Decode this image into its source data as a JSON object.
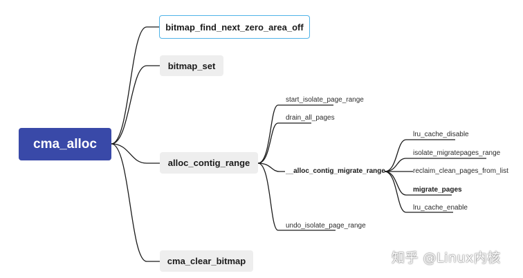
{
  "root": {
    "label": "cma_alloc"
  },
  "children": [
    {
      "label": "bitmap_find_next_zero_area_off",
      "selected": true
    },
    {
      "label": "bitmap_set"
    },
    {
      "label": "alloc_contig_range",
      "children": [
        {
          "label": "start_isolate_page_range"
        },
        {
          "label": "drain_all_pages"
        },
        {
          "label": "__alloc_contig_migrate_range",
          "bold": true,
          "children": [
            {
              "label": "lru_cache_disable"
            },
            {
              "label": "isolate_migratepages_range"
            },
            {
              "label": "reclaim_clean_pages_from_list"
            },
            {
              "label": "migrate_pages",
              "bold": true
            },
            {
              "label": "lru_cache_enable"
            }
          ]
        },
        {
          "label": "undo_isolate_page_range"
        }
      ]
    },
    {
      "label": "cma_clear_bitmap"
    }
  ],
  "watermark": "知乎 @Linux内核",
  "colors": {
    "root_fill": "#3949a8",
    "node_fill": "#eeeeee",
    "selected_border": "#4fb3e8",
    "edge": "#1a1a1a"
  }
}
